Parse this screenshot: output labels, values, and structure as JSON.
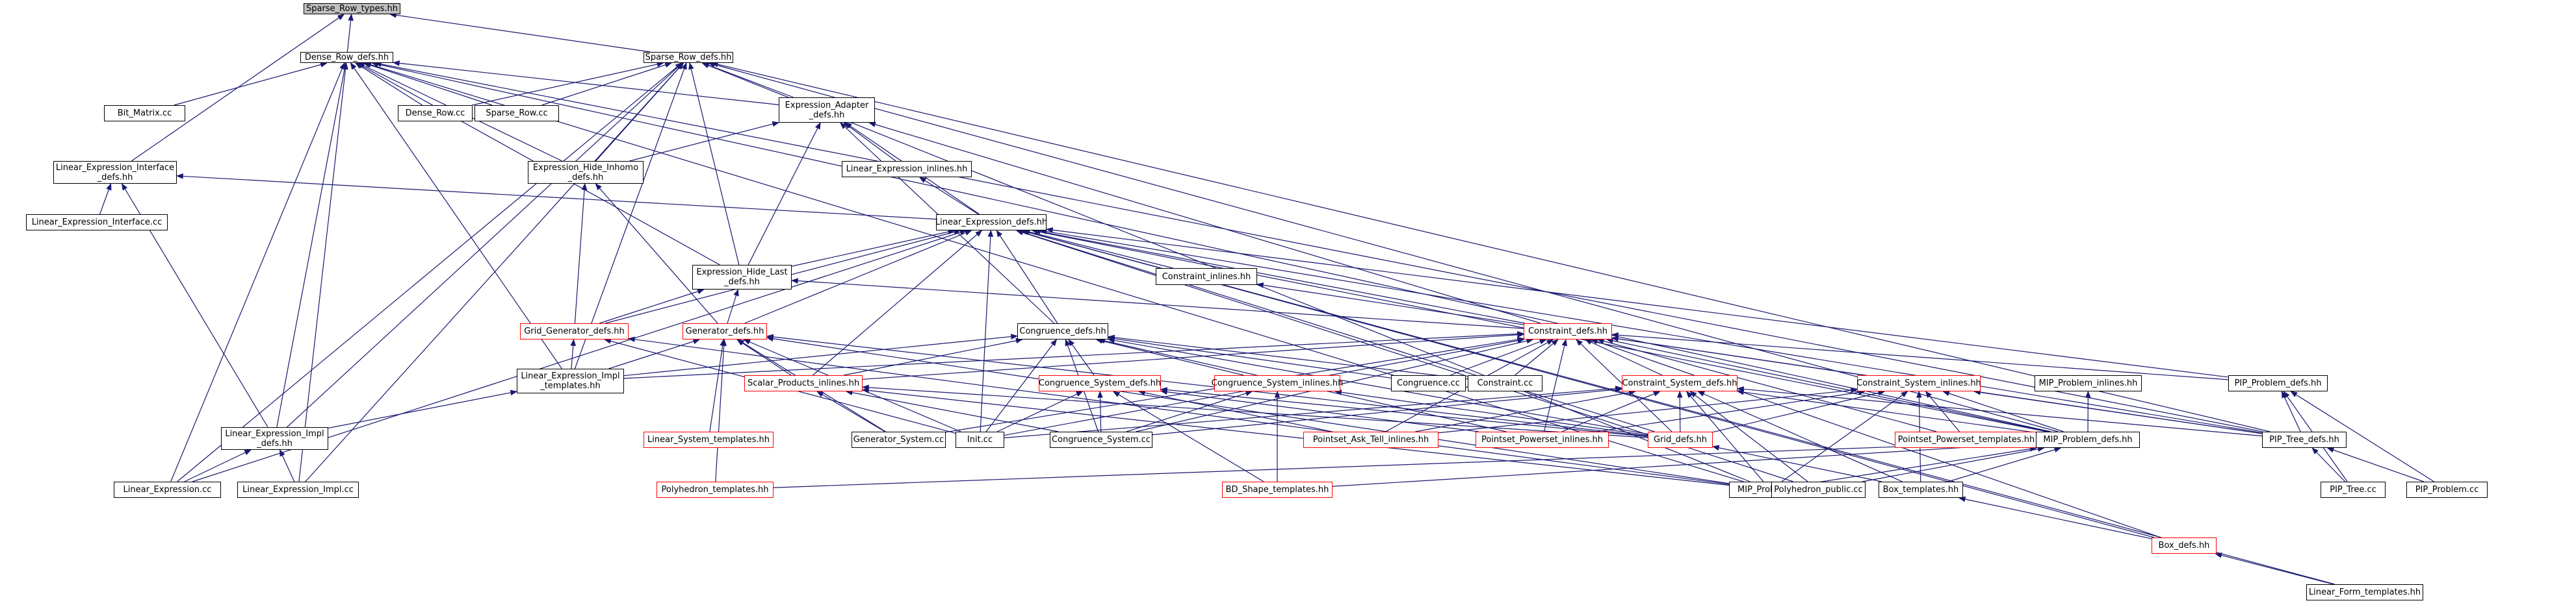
{
  "colors": {
    "edge": "#191970",
    "border": "#000000",
    "incomplete": "#ff0000",
    "root_fill": "#bfbfbf"
  },
  "nodes": [
    {
      "id": "sparse_row_types",
      "label": "Sparse_Row_types.hh",
      "style": "root"
    },
    {
      "id": "dense_row_defs",
      "label": "Dense_Row_defs.hh"
    },
    {
      "id": "sparse_row_defs",
      "label": "Sparse_Row_defs.hh"
    },
    {
      "id": "bit_matrix_cc",
      "label": "Bit_Matrix.cc"
    },
    {
      "id": "dense_row_cc",
      "label": "Dense_Row.cc"
    },
    {
      "id": "sparse_row_cc",
      "label": "Sparse_Row.cc"
    },
    {
      "id": "expression_adapter_defs",
      "label": "Expression_Adapter\n_defs.hh"
    },
    {
      "id": "linear_expression_interface_defs",
      "label": "Linear_Expression_Interface\n_defs.hh"
    },
    {
      "id": "expression_hide_inhomo_defs",
      "label": "Expression_Hide_Inhomo\n_defs.hh"
    },
    {
      "id": "linear_expression_inlines",
      "label": "Linear_Expression_inlines.hh"
    },
    {
      "id": "linear_expression_interface_cc",
      "label": "Linear_Expression_Interface.cc"
    },
    {
      "id": "linear_expression_defs",
      "label": "Linear_Expression_defs.hh"
    },
    {
      "id": "expression_hide_last_defs",
      "label": "Expression_Hide_Last\n_defs.hh"
    },
    {
      "id": "constraint_inlines",
      "label": "Constraint_inlines.hh"
    },
    {
      "id": "grid_generator_defs",
      "label": "Grid_Generator_defs.hh",
      "style": "red"
    },
    {
      "id": "generator_defs",
      "label": "Generator_defs.hh",
      "style": "red"
    },
    {
      "id": "congruence_defs",
      "label": "Congruence_defs.hh"
    },
    {
      "id": "constraint_defs",
      "label": "Constraint_defs.hh",
      "style": "red"
    },
    {
      "id": "linear_expression_impl_templates",
      "label": "Linear_Expression_Impl\n_templates.hh"
    },
    {
      "id": "scalar_products_inlines",
      "label": "Scalar_Products_inlines.hh",
      "style": "red"
    },
    {
      "id": "congruence_system_defs",
      "label": "Congruence_System_defs.hh",
      "style": "red"
    },
    {
      "id": "congruence_system_inlines",
      "label": "Congruence_System_inlines.hh",
      "style": "red"
    },
    {
      "id": "congruence_cc",
      "label": "Congruence.cc"
    },
    {
      "id": "constraint_cc",
      "label": "Constraint.cc"
    },
    {
      "id": "constraint_system_defs",
      "label": "Constraint_System_defs.hh",
      "style": "red"
    },
    {
      "id": "constraint_system_inlines",
      "label": "Constraint_System_inlines.hh",
      "style": "red"
    },
    {
      "id": "mip_problem_inlines",
      "label": "MIP_Problem_inlines.hh"
    },
    {
      "id": "pip_problem_defs",
      "label": "PIP_Problem_defs.hh"
    },
    {
      "id": "linear_expression_impl_defs",
      "label": "Linear_Expression_Impl\n_defs.hh"
    },
    {
      "id": "linear_system_templates",
      "label": "Linear_System_templates.hh",
      "style": "red"
    },
    {
      "id": "generator_system_cc",
      "label": "Generator_System.cc"
    },
    {
      "id": "init_cc",
      "label": "Init.cc"
    },
    {
      "id": "congruence_system_cc",
      "label": "Congruence_System.cc"
    },
    {
      "id": "pointset_ask_tell_inlines",
      "label": "Pointset_Ask_Tell_inlines.hh",
      "style": "red"
    },
    {
      "id": "pointset_powerset_inlines",
      "label": "Pointset_Powerset_inlines.hh",
      "style": "red"
    },
    {
      "id": "grid_defs",
      "label": "Grid_defs.hh",
      "style": "red"
    },
    {
      "id": "pointset_powerset_templates",
      "label": "Pointset_Powerset_templates.hh",
      "style": "red"
    },
    {
      "id": "mip_problem_defs",
      "label": "MIP_Problem_defs.hh"
    },
    {
      "id": "pip_tree_defs",
      "label": "PIP_Tree_defs.hh"
    },
    {
      "id": "linear_expression_cc",
      "label": "Linear_Expression.cc"
    },
    {
      "id": "linear_expression_impl_cc",
      "label": "Linear_Expression_Impl.cc"
    },
    {
      "id": "polyhedron_templates",
      "label": "Polyhedron_templates.hh",
      "style": "red"
    },
    {
      "id": "bd_shape_templates",
      "label": "BD_Shape_templates.hh",
      "style": "red"
    },
    {
      "id": "mip_problem_cc",
      "label": "MIP_Problem.cc"
    },
    {
      "id": "polyhedron_public_cc",
      "label": "Polyhedron_public.cc"
    },
    {
      "id": "box_templates",
      "label": "Box_templates.hh"
    },
    {
      "id": "pip_tree_cc",
      "label": "PIP_Tree.cc"
    },
    {
      "id": "pip_problem_cc",
      "label": "PIP_Problem.cc"
    },
    {
      "id": "box_defs",
      "label": "Box_defs.hh",
      "style": "red"
    },
    {
      "id": "linear_form_templates",
      "label": "Linear_Form_templates.hh"
    }
  ],
  "edges": [
    [
      "dense_row_defs",
      "sparse_row_types"
    ],
    [
      "sparse_row_defs",
      "sparse_row_types"
    ],
    [
      "linear_expression_interface_defs",
      "sparse_row_types"
    ],
    [
      "bit_matrix_cc",
      "dense_row_defs"
    ],
    [
      "dense_row_cc",
      "dense_row_defs"
    ],
    [
      "sparse_row_cc",
      "dense_row_defs"
    ],
    [
      "expression_adapter_defs",
      "dense_row_defs"
    ],
    [
      "expression_hide_inhomo_defs",
      "dense_row_defs"
    ],
    [
      "expression_hide_last_defs",
      "dense_row_defs"
    ],
    [
      "linear_expression_impl_templates",
      "dense_row_defs"
    ],
    [
      "linear_expression_impl_defs",
      "dense_row_defs"
    ],
    [
      "linear_expression_cc",
      "dense_row_defs"
    ],
    [
      "linear_expression_impl_cc",
      "dense_row_defs"
    ],
    [
      "mip_problem_cc",
      "dense_row_defs"
    ],
    [
      "mip_problem_defs",
      "dense_row_defs"
    ],
    [
      "pip_tree_defs",
      "dense_row_defs"
    ],
    [
      "sparse_row_cc",
      "sparse_row_defs"
    ],
    [
      "dense_row_cc",
      "sparse_row_defs"
    ],
    [
      "expression_adapter_defs",
      "sparse_row_defs"
    ],
    [
      "expression_hide_inhomo_defs",
      "sparse_row_defs"
    ],
    [
      "expression_hide_last_defs",
      "sparse_row_defs"
    ],
    [
      "linear_expression_impl_templates",
      "sparse_row_defs"
    ],
    [
      "linear_expression_impl_defs",
      "sparse_row_defs"
    ],
    [
      "linear_expression_cc",
      "sparse_row_defs"
    ],
    [
      "linear_expression_impl_cc",
      "sparse_row_defs"
    ],
    [
      "mip_problem_defs",
      "sparse_row_defs"
    ],
    [
      "pip_tree_defs",
      "sparse_row_defs"
    ],
    [
      "mip_problem_cc",
      "sparse_row_defs"
    ],
    [
      "linear_expression_defs",
      "expression_adapter_defs"
    ],
    [
      "linear_expression_inlines",
      "expression_adapter_defs"
    ],
    [
      "expression_hide_inhomo_defs",
      "expression_adapter_defs"
    ],
    [
      "expression_hide_last_defs",
      "expression_adapter_defs"
    ],
    [
      "congruence_defs",
      "expression_adapter_defs"
    ],
    [
      "constraint_defs",
      "expression_adapter_defs"
    ],
    [
      "linear_expression_interface_cc",
      "linear_expression_interface_defs"
    ],
    [
      "linear_expression_defs",
      "linear_expression_interface_defs"
    ],
    [
      "linear_expression_impl_defs",
      "linear_expression_interface_defs"
    ],
    [
      "grid_generator_defs",
      "expression_hide_inhomo_defs"
    ],
    [
      "generator_defs",
      "expression_hide_inhomo_defs"
    ],
    [
      "linear_expression_defs",
      "linear_expression_inlines"
    ],
    [
      "expression_hide_last_defs",
      "linear_expression_defs"
    ],
    [
      "constraint_inlines",
      "linear_expression_defs"
    ],
    [
      "grid_generator_defs",
      "linear_expression_defs"
    ],
    [
      "generator_defs",
      "linear_expression_defs"
    ],
    [
      "congruence_defs",
      "linear_expression_defs"
    ],
    [
      "constraint_defs",
      "linear_expression_defs"
    ],
    [
      "scalar_products_inlines",
      "linear_expression_defs"
    ],
    [
      "init_cc",
      "linear_expression_defs"
    ],
    [
      "linear_expression_cc",
      "linear_expression_defs"
    ],
    [
      "grid_defs",
      "linear_expression_defs"
    ],
    [
      "mip_problem_defs",
      "linear_expression_defs"
    ],
    [
      "pip_problem_defs",
      "linear_expression_defs"
    ],
    [
      "pip_tree_defs",
      "linear_expression_defs"
    ],
    [
      "polyhedron_public_cc",
      "linear_expression_defs"
    ],
    [
      "box_defs",
      "linear_expression_defs"
    ],
    [
      "linear_form_templates",
      "linear_expression_defs"
    ],
    [
      "grid_generator_defs",
      "expression_hide_last_defs"
    ],
    [
      "generator_defs",
      "expression_hide_last_defs"
    ],
    [
      "constraint_defs",
      "expression_hide_last_defs"
    ],
    [
      "constraint_defs",
      "constraint_inlines"
    ],
    [
      "linear_expression_impl_templates",
      "grid_generator_defs"
    ],
    [
      "init_cc",
      "grid_generator_defs"
    ],
    [
      "mip_problem_cc",
      "grid_generator_defs"
    ],
    [
      "linear_expression_impl_templates",
      "generator_defs"
    ],
    [
      "scalar_products_inlines",
      "generator_defs"
    ],
    [
      "linear_system_templates",
      "generator_defs"
    ],
    [
      "generator_system_cc",
      "generator_defs"
    ],
    [
      "init_cc",
      "generator_defs"
    ],
    [
      "polyhedron_templates",
      "generator_defs"
    ],
    [
      "mip_problem_cc",
      "generator_defs"
    ],
    [
      "grid_defs",
      "generator_defs"
    ],
    [
      "linear_expression_impl_templates",
      "congruence_defs"
    ],
    [
      "scalar_products_inlines",
      "congruence_defs"
    ],
    [
      "congruence_system_defs",
      "congruence_defs"
    ],
    [
      "congruence_system_inlines",
      "congruence_defs"
    ],
    [
      "congruence_cc",
      "congruence_defs"
    ],
    [
      "constraint_cc",
      "congruence_defs"
    ],
    [
      "congruence_system_cc",
      "congruence_defs"
    ],
    [
      "init_cc",
      "congruence_defs"
    ],
    [
      "grid_defs",
      "congruence_defs"
    ],
    [
      "pointset_powerset_inlines",
      "congruence_defs"
    ],
    [
      "linear_expression_impl_templates",
      "constraint_defs"
    ],
    [
      "scalar_products_inlines",
      "constraint_defs"
    ],
    [
      "congruence_cc",
      "constraint_defs"
    ],
    [
      "constraint_cc",
      "constraint_defs"
    ],
    [
      "constraint_system_defs",
      "constraint_defs"
    ],
    [
      "constraint_system_inlines",
      "constraint_defs"
    ],
    [
      "generator_system_cc",
      "constraint_defs"
    ],
    [
      "init_cc",
      "constraint_defs"
    ],
    [
      "congruence_system_cc",
      "constraint_defs"
    ],
    [
      "pointset_ask_tell_inlines",
      "constraint_defs"
    ],
    [
      "pointset_powerset_inlines",
      "constraint_defs"
    ],
    [
      "grid_defs",
      "constraint_defs"
    ],
    [
      "pointset_powerset_templates",
      "constraint_defs"
    ],
    [
      "mip_problem_defs",
      "constraint_defs"
    ],
    [
      "pip_problem_defs",
      "constraint_defs"
    ],
    [
      "pip_tree_defs",
      "constraint_defs"
    ],
    [
      "box_defs",
      "constraint_defs"
    ],
    [
      "linear_expression_impl_defs",
      "linear_expression_impl_templates"
    ],
    [
      "generator_system_cc",
      "scalar_products_inlines"
    ],
    [
      "congruence_system_cc",
      "scalar_products_inlines"
    ],
    [
      "mip_problem_cc",
      "scalar_products_inlines"
    ],
    [
      "grid_defs",
      "scalar_products_inlines"
    ],
    [
      "congruence_system_cc",
      "congruence_system_defs"
    ],
    [
      "init_cc",
      "congruence_system_defs"
    ],
    [
      "pointset_ask_tell_inlines",
      "congruence_system_defs"
    ],
    [
      "pointset_powerset_inlines",
      "congruence_system_defs"
    ],
    [
      "grid_defs",
      "congruence_system_defs"
    ],
    [
      "bd_shape_templates",
      "congruence_system_defs"
    ],
    [
      "congruence_system_cc",
      "congruence_system_inlines"
    ],
    [
      "grid_defs",
      "congruence_system_inlines"
    ],
    [
      "bd_shape_templates",
      "congruence_system_inlines"
    ],
    [
      "init_cc",
      "constraint_system_defs"
    ],
    [
      "congruence_system_cc",
      "constraint_system_defs"
    ],
    [
      "pointset_ask_tell_inlines",
      "constraint_system_defs"
    ],
    [
      "pointset_powerset_inlines",
      "constraint_system_defs"
    ],
    [
      "grid_defs",
      "constraint_system_defs"
    ],
    [
      "mip_problem_defs",
      "constraint_system_defs"
    ],
    [
      "pip_tree_defs",
      "constraint_system_defs"
    ],
    [
      "mip_problem_cc",
      "constraint_system_defs"
    ],
    [
      "polyhedron_public_cc",
      "constraint_system_defs"
    ],
    [
      "box_templates",
      "constraint_system_defs"
    ],
    [
      "pointset_ask_tell_inlines",
      "constraint_system_inlines"
    ],
    [
      "pointset_powerset_inlines",
      "constraint_system_inlines"
    ],
    [
      "grid_defs",
      "constraint_system_inlines"
    ],
    [
      "pointset_powerset_templates",
      "constraint_system_inlines"
    ],
    [
      "mip_problem_defs",
      "constraint_system_inlines"
    ],
    [
      "pip_tree_defs",
      "constraint_system_inlines"
    ],
    [
      "mip_problem_cc",
      "constraint_system_inlines"
    ],
    [
      "box_templates",
      "constraint_system_inlines"
    ],
    [
      "mip_problem_defs",
      "mip_problem_inlines"
    ],
    [
      "pip_tree_defs",
      "pip_problem_defs"
    ],
    [
      "pip_tree_cc",
      "pip_problem_defs"
    ],
    [
      "pip_problem_cc",
      "pip_problem_defs"
    ],
    [
      "linear_expression_cc",
      "linear_expression_impl_defs"
    ],
    [
      "linear_expression_impl_cc",
      "linear_expression_impl_defs"
    ],
    [
      "box_templates",
      "grid_defs"
    ],
    [
      "polyhedron_templates",
      "mip_problem_defs"
    ],
    [
      "bd_shape_templates",
      "mip_problem_defs"
    ],
    [
      "mip_problem_cc",
      "mip_problem_defs"
    ],
    [
      "polyhedron_public_cc",
      "mip_problem_defs"
    ],
    [
      "box_templates",
      "mip_problem_defs"
    ],
    [
      "pip_tree_cc",
      "pip_tree_defs"
    ],
    [
      "pip_problem_cc",
      "pip_tree_defs"
    ],
    [
      "box_defs",
      "box_templates"
    ],
    [
      "linear_form_templates",
      "box_defs"
    ]
  ]
}
